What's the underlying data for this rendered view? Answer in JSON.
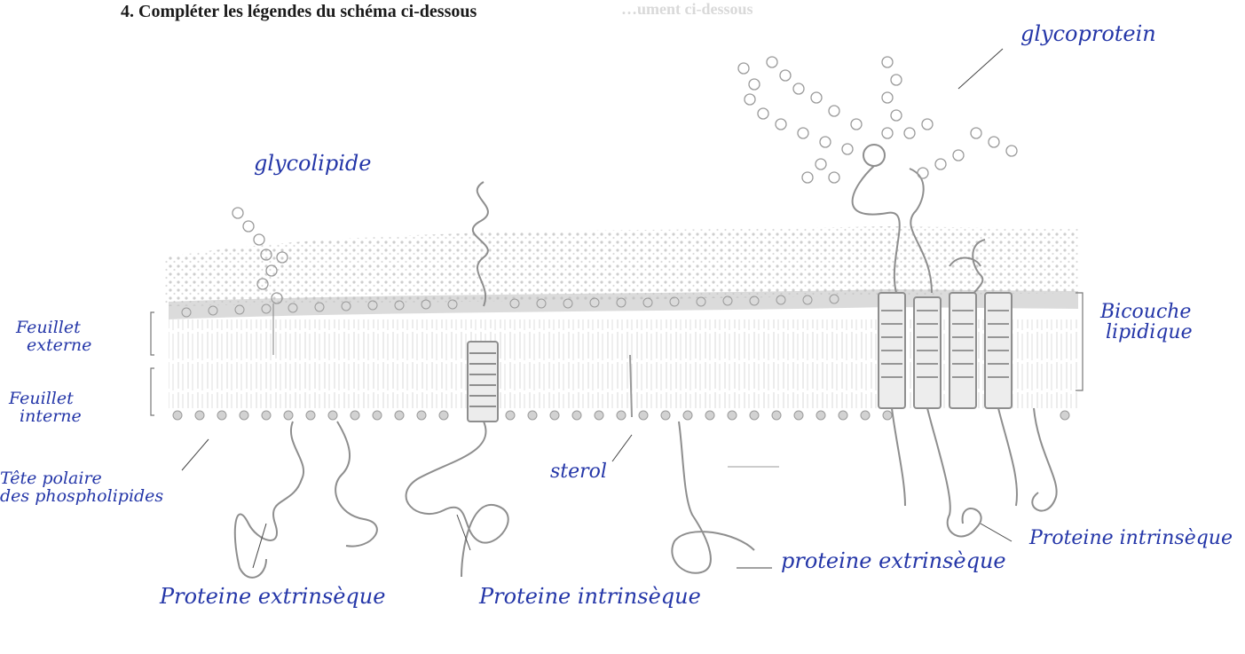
{
  "heading": "4. Compléter les légendes du schéma ci-dessous",
  "ghost_text": "…ument ci-dessous",
  "labels": {
    "glycoproteine": "glycoprotein",
    "glycolipide": "glycolipide",
    "feuillet_externe": [
      "Feuillet",
      "externe"
    ],
    "feuillet_interne": [
      "Feuillet",
      "interne"
    ],
    "tete_polaire": [
      "Tête polaire",
      "des phospholipides"
    ],
    "bicouche": [
      "Bicouche",
      "lipidique"
    ],
    "sterol": "sterol",
    "proteine_extrinseque_1": "Proteine extrinsèque",
    "proteine_intrinseque_1": "Proteine intrinsèque",
    "proteine_extrinseque_2": "proteine extrinsèque",
    "proteine_intrinseque_2": "Proteine intrinsèque"
  },
  "colors": {
    "ink": "#2436a8",
    "drawing": "#8e8e8e"
  }
}
